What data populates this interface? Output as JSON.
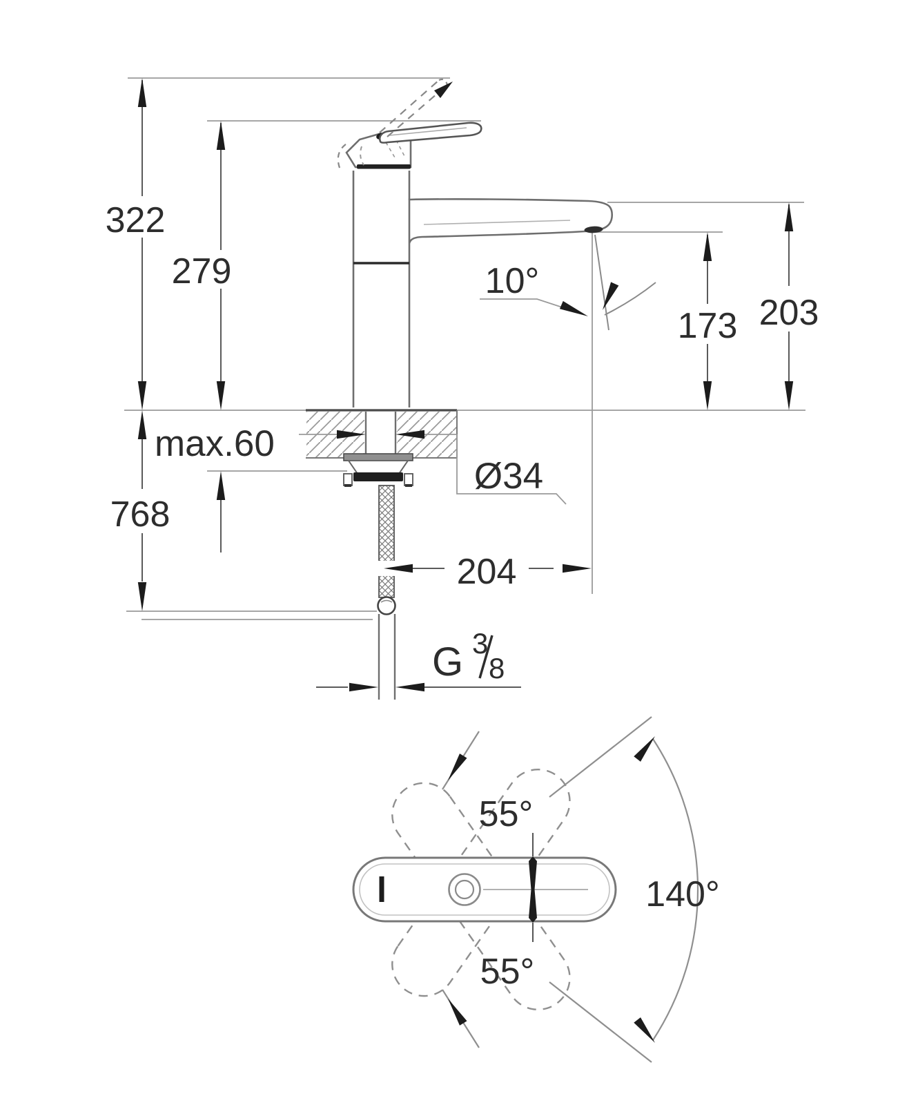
{
  "diagram": {
    "side_view": {
      "total_height": "322",
      "spout_top_height": "279",
      "spray_angle": "10°",
      "outlet_height": "173",
      "clearance_height": "203",
      "max_deck_thickness": "max.60",
      "hole_diameter": "Ø34",
      "hose_length": "768",
      "spout_reach": "204",
      "thread": {
        "letter": "G",
        "numerator": "3",
        "denominator": "8"
      }
    },
    "top_view": {
      "lever_swing_up": "55°",
      "spout_swivel": "140°",
      "lever_swing_down": "55°"
    }
  }
}
